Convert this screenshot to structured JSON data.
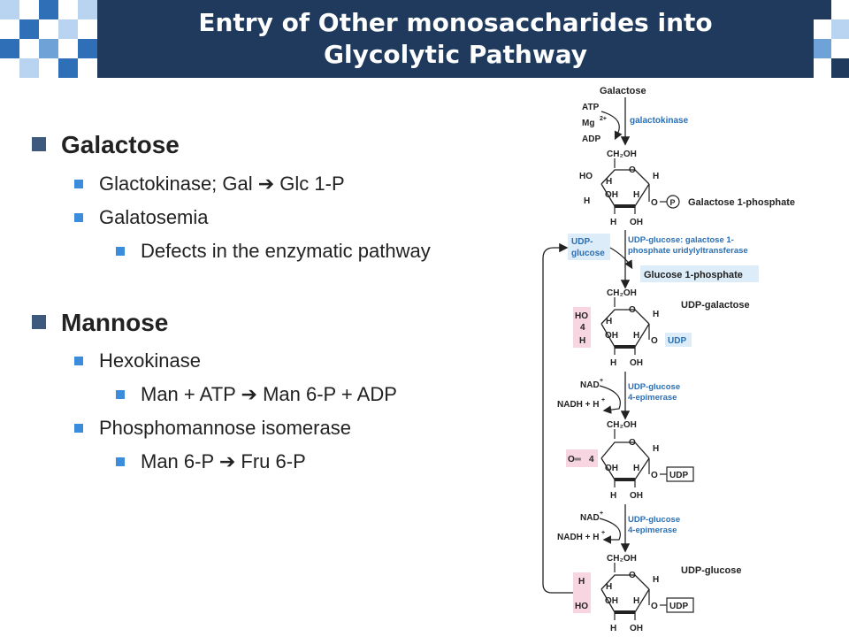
{
  "slide": {
    "title_line1": "Entry of Other monosaccharides into",
    "title_line2": "Glycolytic Pathway"
  },
  "bullets": {
    "galactose": {
      "heading": "Galactose",
      "item1": "Glactokinase; Gal ➔ Glc 1-P",
      "item2": "Galatosemia",
      "item2_sub": "Defects in the enzymatic pathway"
    },
    "mannose": {
      "heading": "Mannose",
      "item1": "Hexokinase",
      "item1_sub": "Man + ATP ➔ Man 6-P + ADP",
      "item2": "Phosphomannose isomerase",
      "item2_sub": "Man 6-P ➔ Fru 6-P"
    }
  },
  "diagram": {
    "galactose": "Galactose",
    "atp": "ATP",
    "mg": "Mg",
    "mg_charge": "2+",
    "adp": "ADP",
    "galactokinase": "galactokinase",
    "gal1p": "Galactose 1-phosphate",
    "udp_glucose_in_1": "UDP-",
    "udp_glucose_in_2": "glucose",
    "transferase_1": "UDP-glucose: galactose 1-",
    "transferase_2": "phosphate uridylyltransferase",
    "glc1p": "Glucose 1-phosphate",
    "udp_galactose": "UDP-galactose",
    "nad": "NAD",
    "nadh": "NADH + H",
    "plus": "+",
    "epimerase_1": "UDP-glucose",
    "epimerase_2": "4-epimerase",
    "udp_glucose": "UDP-glucose",
    "udp": "UDP",
    "p": "P",
    "ch2oh": "CH₂OH",
    "o": "O",
    "h": "H",
    "oh": "OH",
    "ho": "HO",
    "four": "4",
    "keto": "O═"
  }
}
